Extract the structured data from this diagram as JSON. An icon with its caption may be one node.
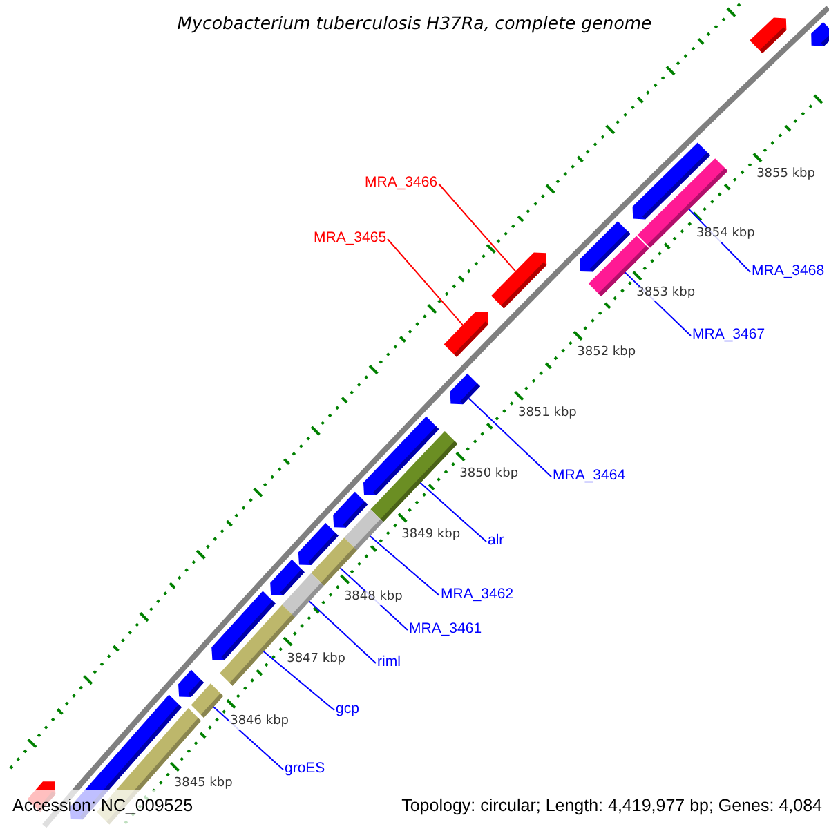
{
  "diagram": {
    "title": "Mycobacterium tuberculosis H37Ra, complete genome",
    "nodes": [
      {
        "text": [
          "MRA_3466"
        ]
      },
      {
        "text": [
          "MRA_3465"
        ]
      },
      {
        "text": [
          "MRA_3468"
        ]
      },
      {
        "text": [
          "MRA_3467"
        ]
      },
      {
        "text": [
          "MRA_3464"
        ]
      },
      {
        "text": [
          "alr"
        ]
      },
      {
        "text": [
          "MRA_3462"
        ]
      },
      {
        "text": [
          "MRA_3461"
        ]
      },
      {
        "text": [
          "riml"
        ]
      },
      {
        "text": [
          "gcp"
        ]
      },
      {
        "text": [
          "groES"
        ]
      },
      {
        "text": [],
        "shape": "bar"
      },
      {
        "text": [],
        "shape": "bar"
      },
      {
        "text": [],
        "shape": "bar"
      },
      {
        "text": [],
        "shape": "bar"
      },
      {
        "text": [],
        "shape": "bar"
      },
      {
        "text": [],
        "shape": "bar"
      },
      {
        "text": [],
        "shape": "bar"
      },
      {
        "text": [],
        "shape": "bar"
      },
      {
        "text": [],
        "shape": "bar"
      },
      {
        "text": [],
        "shape": "bar"
      },
      {
        "text": [],
        "shape": "bar"
      },
      {
        "text": [],
        "shape": "bar"
      },
      {
        "text": [],
        "shape": "bar"
      },
      {
        "text": [],
        "shape": "bar"
      },
      {
        "text": [],
        "shape": "bar"
      },
      {
        "text": [],
        "shape": "bar"
      },
      {
        "text": [],
        "shape": "bar"
      },
      {
        "text": [],
        "shape": "bar"
      },
      {
        "text": [],
        "shape": "bar"
      },
      {
        "text": [],
        "shape": "bar"
      },
      {
        "text": [],
        "shape": "bar"
      },
      {
        "text": [],
        "shape": "bar"
      },
      {
        "text": [],
        "shape": "bar"
      },
      {
        "text": [],
        "shape": "bar"
      }
    ],
    "edges": [
      {
        "from": 0,
        "to": 17,
        "arrow": "none",
        "color": "#ff0000"
      },
      {
        "from": 1,
        "to": 18,
        "arrow": "none",
        "color": "#ff0000"
      },
      {
        "from": 2,
        "to": 14,
        "arrow": "none"
      },
      {
        "from": 3,
        "to": 16,
        "arrow": "none"
      },
      {
        "from": 4,
        "to": 19,
        "arrow": "none"
      },
      {
        "from": 5,
        "to": 21,
        "arrow": "none"
      },
      {
        "from": 6,
        "to": 23,
        "arrow": "none"
      },
      {
        "from": 7,
        "to": 25,
        "arrow": "none"
      },
      {
        "from": 8,
        "to": 27,
        "arrow": "none"
      },
      {
        "from": 9,
        "to": 29,
        "arrow": "none"
      },
      {
        "from": 10,
        "to": 31,
        "arrow": "none"
      }
    ],
    "labels": [
      "3855 kbp",
      "3854 kbp",
      "3853 kbp",
      "3852 kbp",
      "3851 kbp",
      "3850 kbp",
      "3849 kbp",
      "3848 kbp",
      "3847 kbp",
      "3846 kbp",
      "3845 kbp",
      "Accession: NC_009525",
      "Topology: circular; Length: 4,419,977 bp; Genes: 4,084"
    ]
  }
}
